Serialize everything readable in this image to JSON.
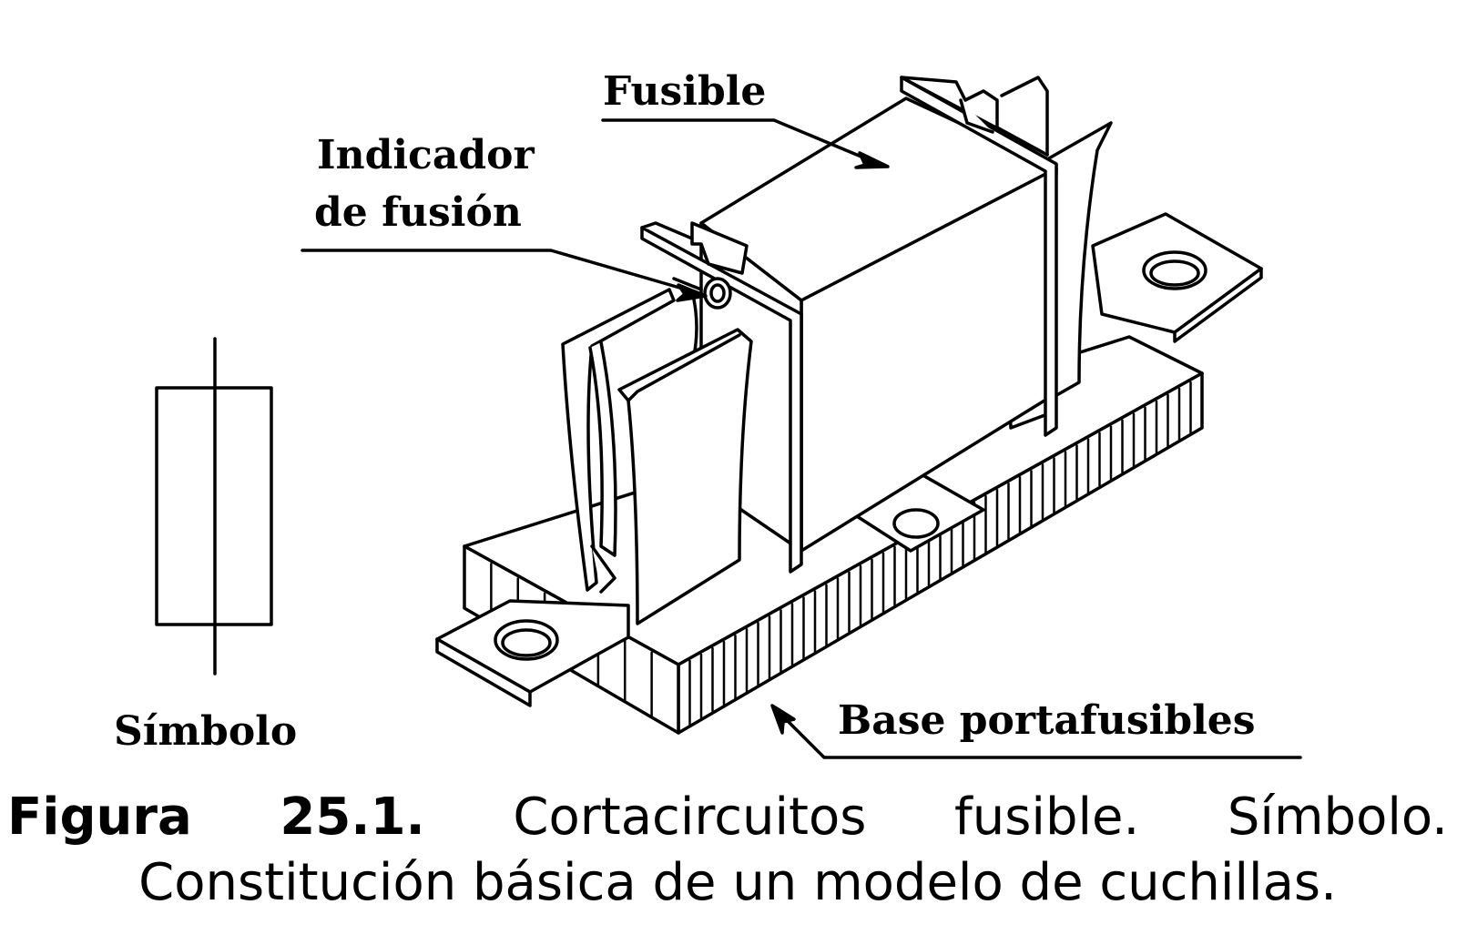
{
  "labels": {
    "fusible": "Fusible",
    "indicador_line1": "Indicador",
    "indicador_line2": "de fusión",
    "simbolo": "Símbolo",
    "base": "Base portafusibles"
  },
  "caption": {
    "figure_word": "Figura",
    "figure_number": "25.1.",
    "line1_words": [
      "Cortacircuitos",
      "fusible.",
      "Símbolo."
    ],
    "line2": "Constitución básica de un modelo de cuchillas."
  }
}
